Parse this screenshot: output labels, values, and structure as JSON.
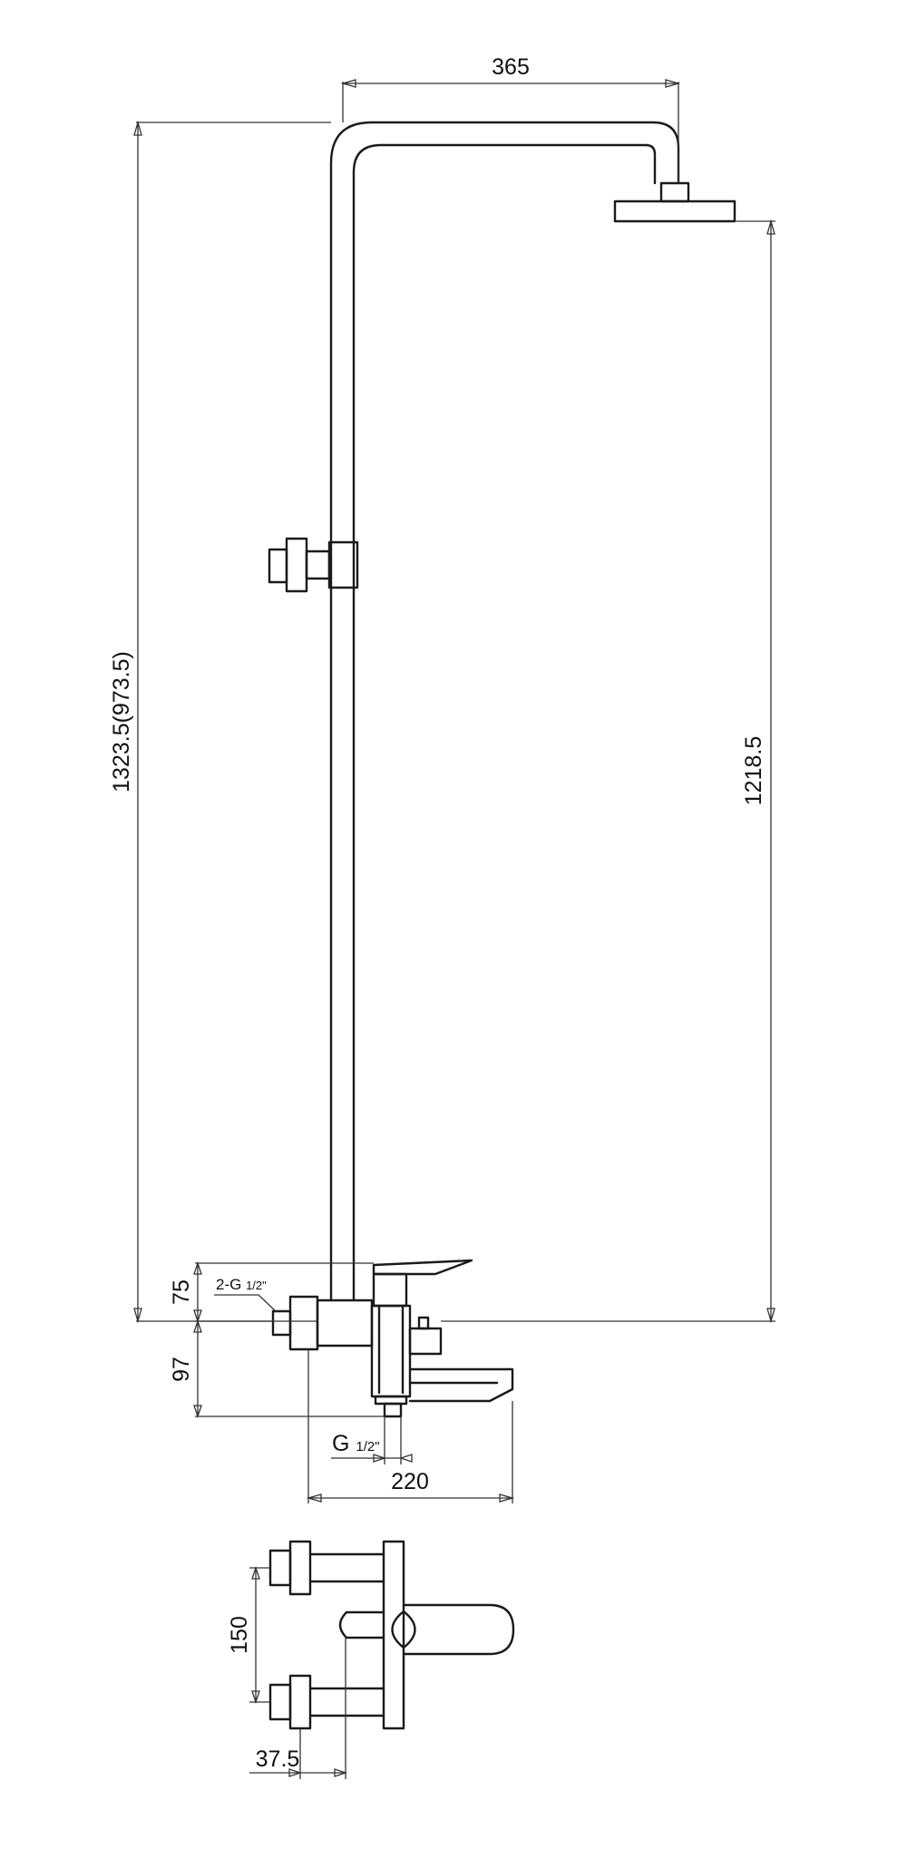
{
  "dimensions": {
    "arm_reach": "365",
    "total_height": "1323.5(973.5)",
    "head_height": "1218.5",
    "upper_offset": "75",
    "lower_offset": "97",
    "inlet_thread": "2-G",
    "outlet_thread": "G",
    "thread_fraction": "1/2\"",
    "spout_width": "220",
    "inlet_spacing": "150",
    "eccentric_offset": "37.5"
  },
  "colors": {
    "line": "#1a1a1a",
    "background": "#ffffff"
  }
}
